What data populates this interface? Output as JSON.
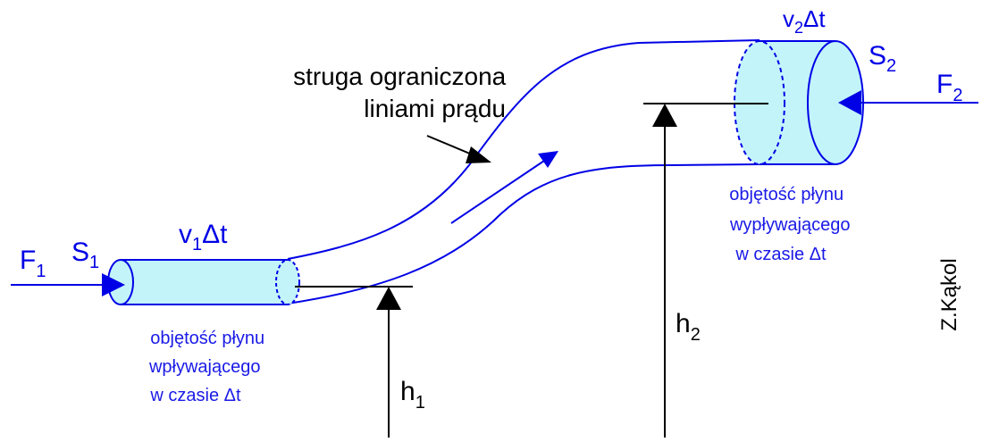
{
  "labels": {
    "f1": {
      "main": "F",
      "sub": "1"
    },
    "s1": {
      "main": "S",
      "sub": "1"
    },
    "v1dt": {
      "main": "v",
      "sub": "1",
      "rest": "Δt"
    },
    "v2dt": {
      "main": "v",
      "sub": "2",
      "rest": "Δt"
    },
    "s2": {
      "main": "S",
      "sub": "2"
    },
    "f2": {
      "main": "F",
      "sub": "2"
    },
    "h1": {
      "main": "h",
      "sub": "1"
    },
    "h2": {
      "main": "h",
      "sub": "2"
    },
    "stream_caption": [
      "struga ograniczona",
      "liniami prądu"
    ],
    "inflow_caption": [
      "objętość płynu",
      "wpływającego",
      "w czasie Δt"
    ],
    "outflow_caption": [
      "objętość płynu",
      "wypływającego",
      "w czasie Δt"
    ],
    "author": "Z.Kąkol"
  },
  "colors": {
    "tube_outline": "#0000e6",
    "tube_fill": "#c2f4fa",
    "force_arrow": "#0000e6",
    "caption_blue": "#1a1ae6",
    "ink": "#000000"
  }
}
